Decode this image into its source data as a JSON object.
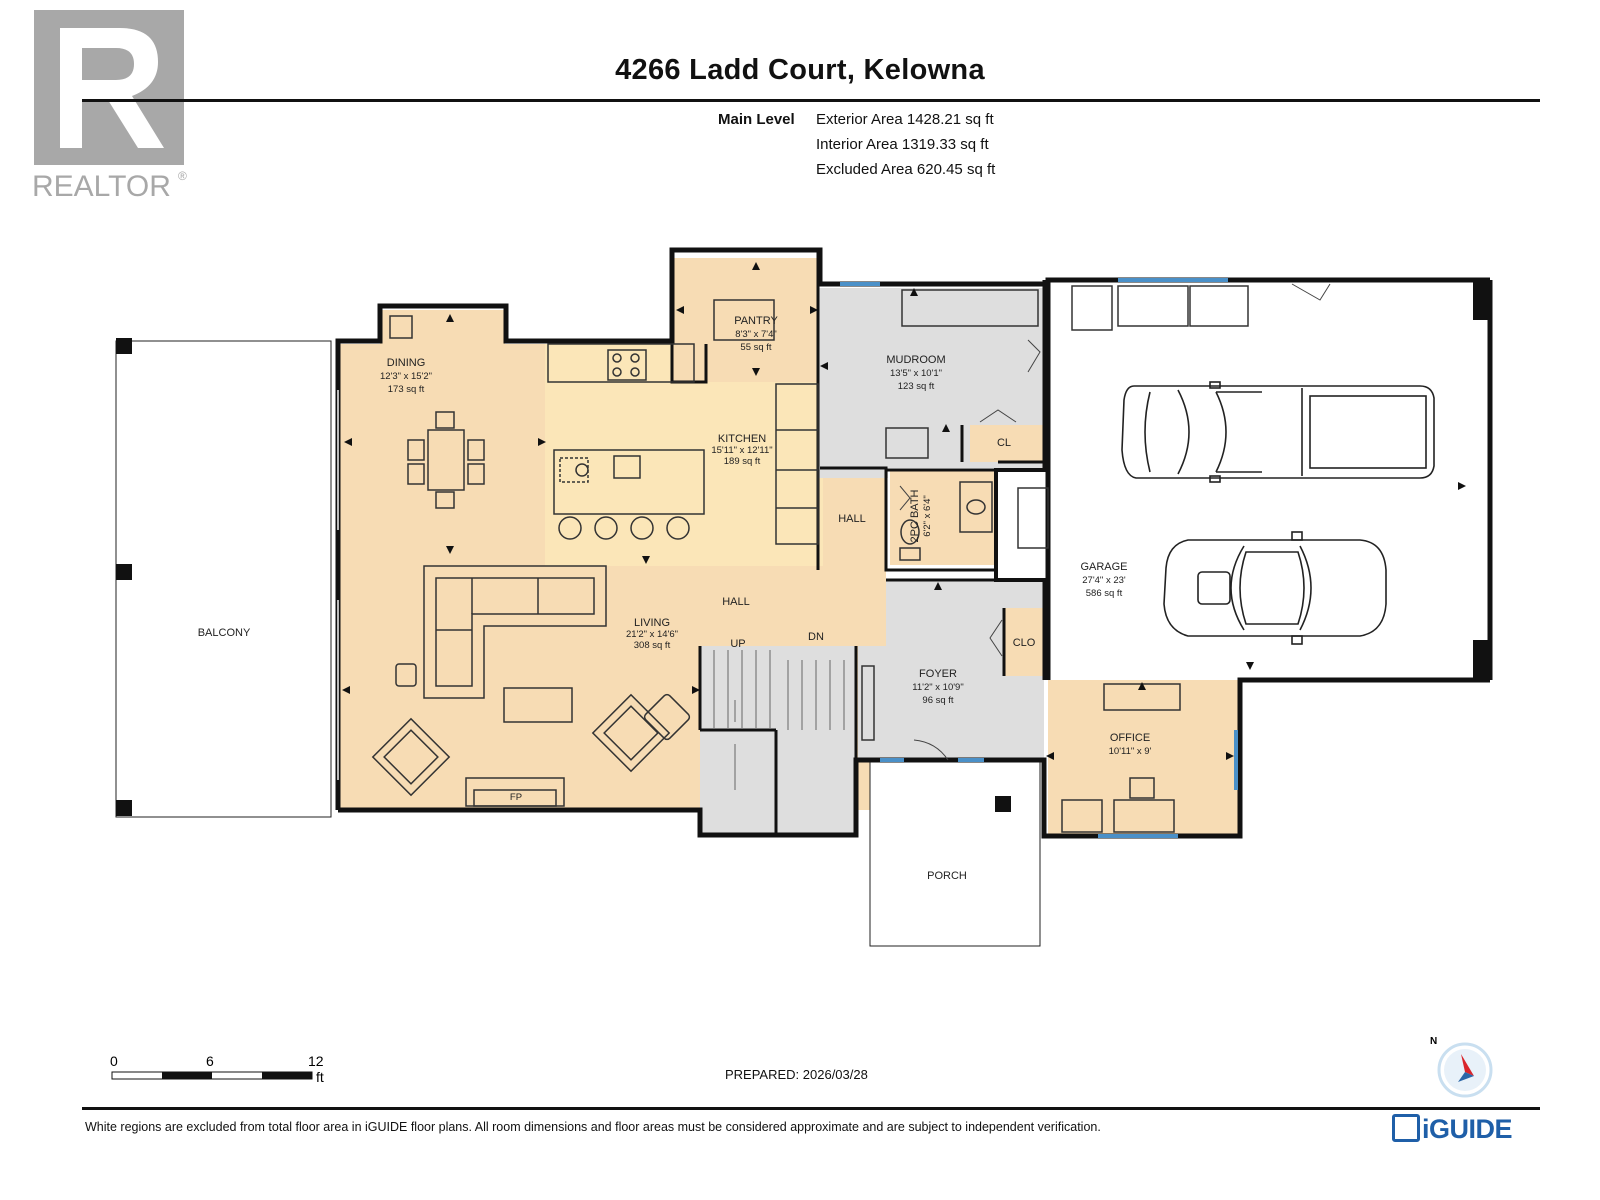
{
  "header": {
    "logo_text": "REALTOR",
    "title": "4266 Ladd Court, Kelowna",
    "level_label": "Main Level",
    "exterior_area": "Exterior Area 1428.21 sq ft",
    "interior_area": "Interior Area 1319.33 sq ft",
    "excluded_area": "Excluded Area 620.45 sq ft"
  },
  "rooms": {
    "dining": {
      "name": "DINING",
      "dims": "12'3\" x 15'2\"",
      "area": "173 sq ft"
    },
    "kitchen": {
      "name": "KITCHEN",
      "dims": "15'11\" x 12'11\"",
      "area": "189 sq ft"
    },
    "pantry": {
      "name": "PANTRY",
      "dims": "8'3\" x 7'4\"",
      "area": "55 sq ft"
    },
    "mudroom": {
      "name": "MUDROOM",
      "dims": "13'5\" x 10'1\"",
      "area": "123 sq ft"
    },
    "living": {
      "name": "LIVING",
      "dims": "21'2\" x 14'6\"",
      "area": "308 sq ft"
    },
    "foyer": {
      "name": "FOYER",
      "dims": "11'2\" x 10'9\"",
      "area": "96 sq ft"
    },
    "office": {
      "name": "OFFICE",
      "dims": "10'11\" x 9'"
    },
    "garage": {
      "name": "GARAGE",
      "dims": "27'4\" x 23'",
      "area": "586 sq ft"
    },
    "bath": {
      "name": "2PC BATH",
      "dims": "6'2\" x 6'4\""
    },
    "balcony": {
      "name": "BALCONY"
    },
    "porch": {
      "name": "PORCH"
    },
    "hall_vertical": {
      "name": "HALL"
    },
    "hall_main": {
      "name": "HALL"
    },
    "closet_cl": {
      "name": "CL"
    },
    "closet_clo": {
      "name": "CLO"
    },
    "stairs_up": "UP",
    "stairs_down": "DN",
    "fireplace": "FP"
  },
  "scale": {
    "tick_0": "0",
    "tick_6": "6",
    "tick_12": "12",
    "unit": "ft"
  },
  "prepared": "PREPARED: 2026/03/28",
  "compass_label": "N",
  "footer": {
    "disclaimer": "White regions are excluded from total floor area in iGUIDE floor plans. All room dimensions and floor areas must be considered approximate and are subject to independent verification.",
    "brand": "iGUIDE"
  },
  "colors": {
    "living_fill": "#f7dcb4",
    "kitchen_fill": "#fbe6b8",
    "service_fill": "#dedede",
    "window_blue": "#4a90c8",
    "brand_blue": "#1f5fa8"
  }
}
